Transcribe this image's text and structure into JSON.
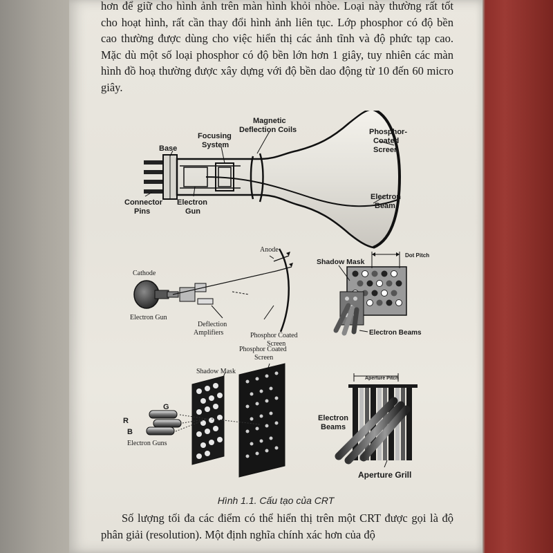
{
  "page": {
    "paragraph_top": "hơn để giữ cho hình ảnh trên màn hình khỏi nhòe. Loại này thường rất tốt cho hoạt hình, rất cần thay đổi hình ảnh liên tục. Lớp phosphor có độ bền cao thường được dùng cho việc hiển thị các ảnh tĩnh và độ phức tạp cao. Mặc dù một số loại phosphor có độ bền lớn hơn 1 giây, tuy nhiên các màn hình đồ hoạ thường được xây dựng với độ bền dao động từ 10 đến 60 micro giây.",
    "caption": "Hình 1.1. Cấu tạo của CRT",
    "paragraph_bottom": "Số lượng tối đa các điểm có thể hiển thị trên một CRT được gọi là độ phân giải (resolution). Một định nghĩa chính xác hơn của độ"
  },
  "figure": {
    "crt": {
      "base": "Base",
      "focusing": "Focusing",
      "system": "System",
      "magnetic": "Magnetic",
      "deflection_coils": "Deflection Coils",
      "phosphor": "Phosphor-",
      "coated": "Coated",
      "screen": "Screen",
      "connector": "Connector",
      "pins": "Pins",
      "electron": "Electron",
      "gun": "Gun",
      "electron2": "Electron",
      "beam": "Beam"
    },
    "gun_diagram": {
      "anode": "Anode",
      "cathode": "Cathode",
      "electron_gun": "Electron Gun",
      "deflection": "Deflection",
      "amplifiers": "Amplifiers",
      "phosphor_coated": "Phosphor Coated",
      "screen": "Screen"
    },
    "shadow_mask_small": {
      "shadow_mask": "Shadow Mask",
      "dot_pitch": "Dot Pitch",
      "electron_beams": "Electron Beams"
    },
    "shadow_mask_large": {
      "shadow_mask": "Shadow Mask",
      "phosphor_coated": "Phosphor Coated",
      "screen": "Screen",
      "r": "R",
      "g": "G",
      "b": "B",
      "electron_guns": "Electron Guns"
    },
    "aperture": {
      "aperture_pitch": "Aperture Pitch",
      "electron": "Electron",
      "beams": "Beams",
      "aperture_grill": "Aperture Grill"
    }
  }
}
